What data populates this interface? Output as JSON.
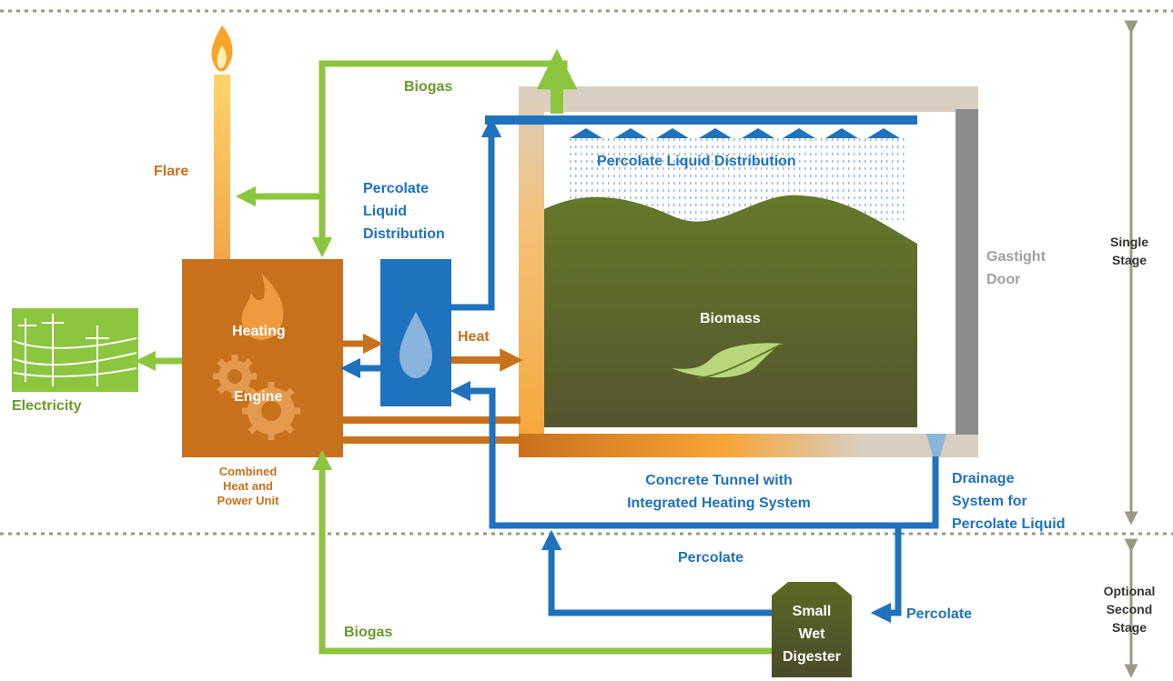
{
  "labels": {
    "biogas_top": "Biogas",
    "flare": "Flare",
    "percolate_liquid_distribution_left": [
      "Percolate",
      "Liquid",
      "Distribution"
    ],
    "percolate_liquid_distribution_top": "Percolate Liquid Distribution",
    "gastight_door": [
      "Gastight",
      "Door"
    ],
    "single_stage": [
      "Single",
      "Stage"
    ],
    "heating": "Heating",
    "engine": "Engine",
    "heat": "Heat",
    "biomass": "Biomass",
    "electricity": "Electricity",
    "chp_unit": [
      "Combined",
      "Heat and",
      "Power Unit"
    ],
    "concrete_tunnel": [
      "Concrete Tunnel with",
      "Integrated Heating System"
    ],
    "drainage": [
      "Drainage",
      "System for",
      "Percolate Liquid"
    ],
    "percolate_mid": "Percolate",
    "percolate_right": "Percolate",
    "optional_second_stage": [
      "Optional",
      "Second",
      "Stage"
    ],
    "small_wet_digester": [
      "Small",
      "Wet",
      "Digester"
    ],
    "biogas_bottom": "Biogas"
  },
  "colors": {
    "orange": "#c8711c",
    "green": "#8cc63f",
    "blue": "#1f72bd",
    "olive": "#5a6b22",
    "gray": "#8c8c8c",
    "beige": "#d9cfc0",
    "stage_arrow": "#9a9a80"
  }
}
